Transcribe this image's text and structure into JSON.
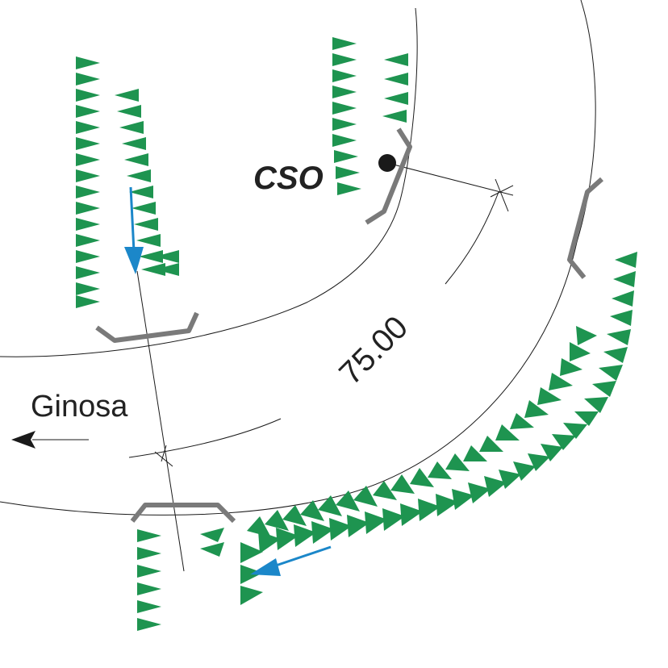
{
  "labels": {
    "cso": "CSO",
    "radius": "75.00",
    "destination": "Ginosa"
  },
  "elements": {
    "road_edge": "road-edge-line",
    "centerline": "road-centerline",
    "embankment_symbol": "slope-triangle-marks",
    "guardrail": "guardrail-segment",
    "flow_arrow": "flow-direction-arrow",
    "direction_arrow": "direction-arrow",
    "cso_point": "cso-point-marker"
  },
  "colors": {
    "line": "#1a1a1a",
    "embankment": "#1e9450",
    "guardrail": "#7a7a7a",
    "flow": "#1b87c9",
    "text": "#222222"
  }
}
